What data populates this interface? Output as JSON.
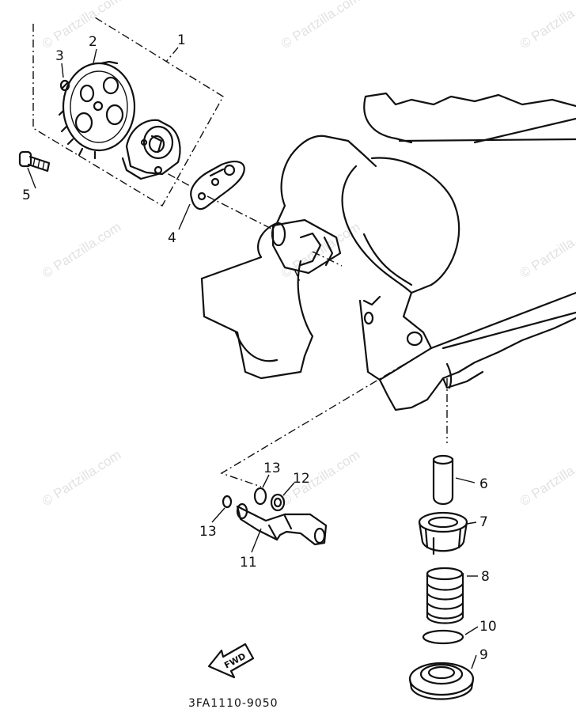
{
  "watermark": "© Partzilla.com",
  "callouts": [
    "1",
    "2",
    "3",
    "4",
    "5",
    "6",
    "7",
    "8",
    "9",
    "10",
    "11",
    "12",
    "13",
    "13"
  ],
  "direction_badge": "FWD",
  "part_code": "3FA1110-9050"
}
